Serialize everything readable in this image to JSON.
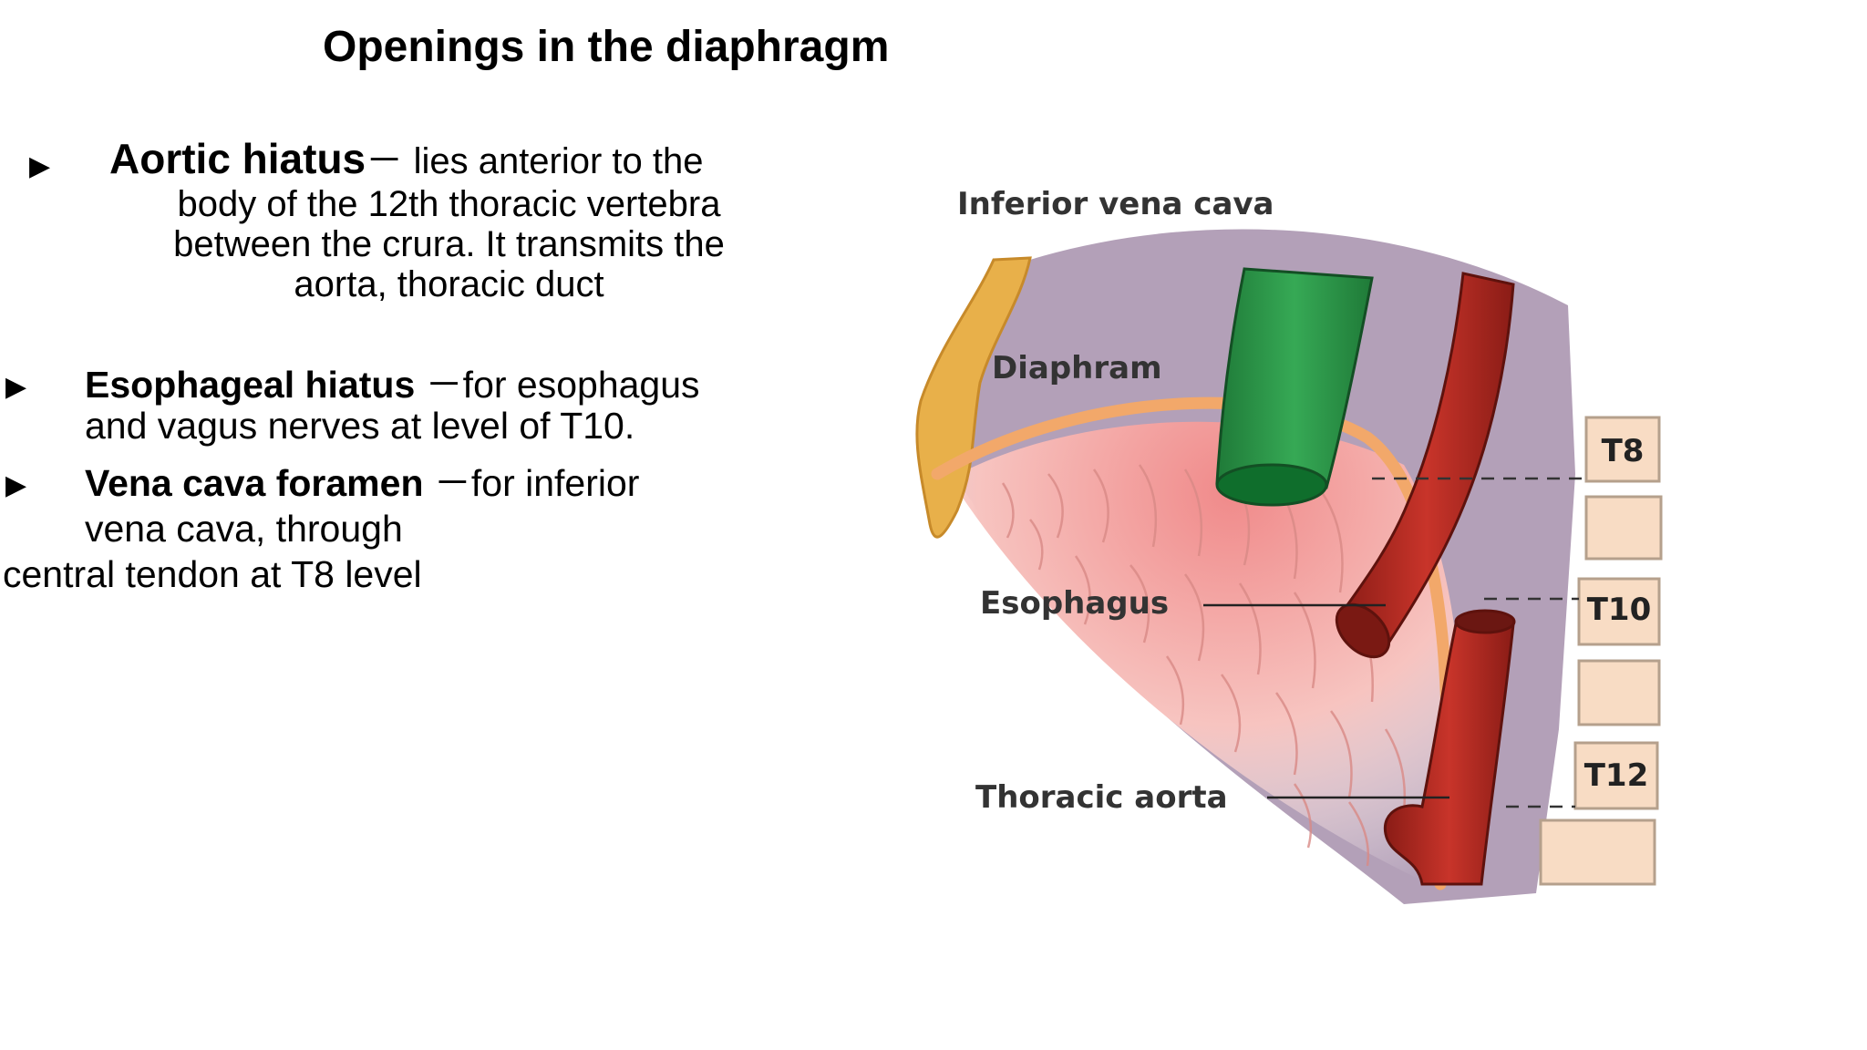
{
  "slide": {
    "title": "Openings in the diaphragm",
    "bullets": [
      {
        "term": "Aortic hiatus",
        "dash": "－",
        "lines": [
          "lies anterior to the",
          "body of the 12th  thoracic vertebra",
          "between the crura. It transmits the",
          "aorta, thoracic duct"
        ]
      },
      {
        "term": "Esophageal hiatus",
        "dash": "－",
        "lines": [
          "for esophagus",
          "and vagus nerves  at level of T10."
        ]
      },
      {
        "term": "Vena cava foramen",
        "dash": "－",
        "lines": [
          "for inferior",
          "vena cava, through",
          "central tendon at T8 level"
        ]
      }
    ],
    "bullet_glyph": "▶"
  },
  "diagram": {
    "labels": {
      "ivc": "Inferior vena cava",
      "diaphragm": "Diaphram",
      "esophagus": "Esophagus",
      "aorta": "Thoracic aorta"
    },
    "vertebrae": [
      "T8",
      "",
      "T10",
      "",
      "T12",
      ""
    ],
    "colors": {
      "diaphragm": "#b3a0b8",
      "ivc": "#2e9a4c",
      "esophagus": "#c0392b",
      "aorta": "#b32a22",
      "sternum": "#e8b04a",
      "rib": "#f2a86a",
      "vertebra": "#f8dcc4"
    }
  }
}
